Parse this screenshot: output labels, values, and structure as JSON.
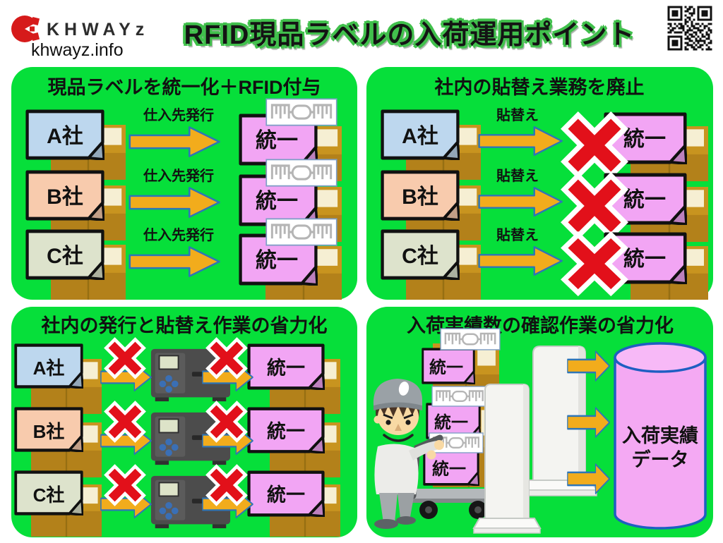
{
  "header": {
    "logo_text": "KHWAYz",
    "site_text": "khwayz.info",
    "title": "RFID現品ラベルの入荷運用ポイント"
  },
  "colors": {
    "panel_green": "#06DF3A",
    "company_a_fill": "#BDD7EE",
    "company_b_fill": "#F8CBAD",
    "company_c_fill": "#DDE3CC",
    "unified_label_fill": "#F2A5F4",
    "arrow_fill": "#F2AC1C",
    "arrow_stroke": "#2E75B6",
    "x_mark_red": "#E2101A",
    "box_brown": "#C8941F",
    "database_fill": "#F4A9F3",
    "database_stroke": "#1E5EC2",
    "title_glow_green": "#41C04C",
    "logo_red": "#D61A1A"
  },
  "panel_unify": {
    "title": "現品ラベルを統一化＋RFID付与",
    "arrow_label": "仕入先発行",
    "companies": [
      "A社",
      "B社",
      "C社"
    ],
    "result_label": "統一"
  },
  "panel_abolish": {
    "title": "社内の貼替え業務を廃止",
    "arrow_label": "貼替え",
    "companies": [
      "A社",
      "B社",
      "C社"
    ],
    "result_label": "統一"
  },
  "panel_print": {
    "title": "社内の発行と貼替え作業の省力化",
    "companies": [
      "A社",
      "B社",
      "C社"
    ],
    "result_label": "統一"
  },
  "panel_scan": {
    "title": "入荷実績数の確認作業の省力化",
    "cart_labels": [
      "統一",
      "統一",
      "統一"
    ],
    "database_line1": "入荷実績",
    "database_line2": "データ"
  },
  "qr": {
    "rows": [
      "111111101011001111111",
      "100000100110101000001",
      "101110101100101011101",
      "101110100011101011101",
      "101110101001001011101",
      "100000100110001000001",
      "111111101010101111111",
      "000000001101000000000",
      "110101101001011010011",
      "010010110101100101100",
      "101101110010111001010",
      "011000010111001110011",
      "110111101100110100101",
      "000000001011010010110",
      "111111100101101011010",
      "100000101110010100110",
      "101110100011011111001",
      "101110101100101001011",
      "101110100111010110100",
      "100000101001101100010",
      "111111101100110010111"
    ]
  }
}
